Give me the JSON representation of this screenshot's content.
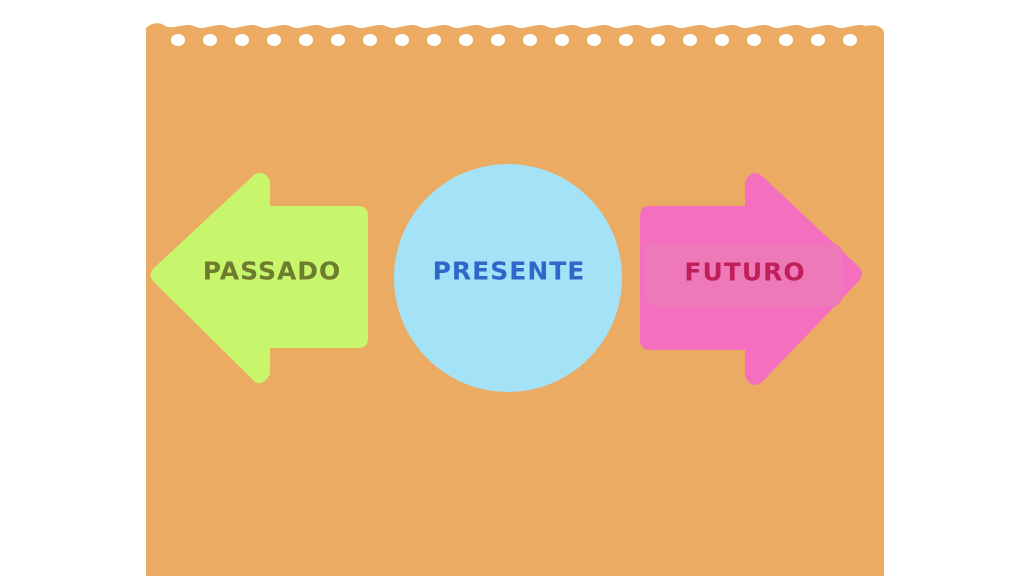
{
  "timeline": {
    "past": {
      "label": "PASSADO"
    },
    "present": {
      "label": "PRESENTE"
    },
    "future": {
      "label": "FUTURO"
    }
  },
  "colors": {
    "paper": "#EBAB62",
    "past_fill": "#C7F56B",
    "past_text": "#6E7C2E",
    "present_fill": "#A4E2F7",
    "present_text": "#2F67C8",
    "future_fill": "#F56FBF",
    "future_band": "#EE79B8",
    "future_text": "#C01F5A"
  }
}
